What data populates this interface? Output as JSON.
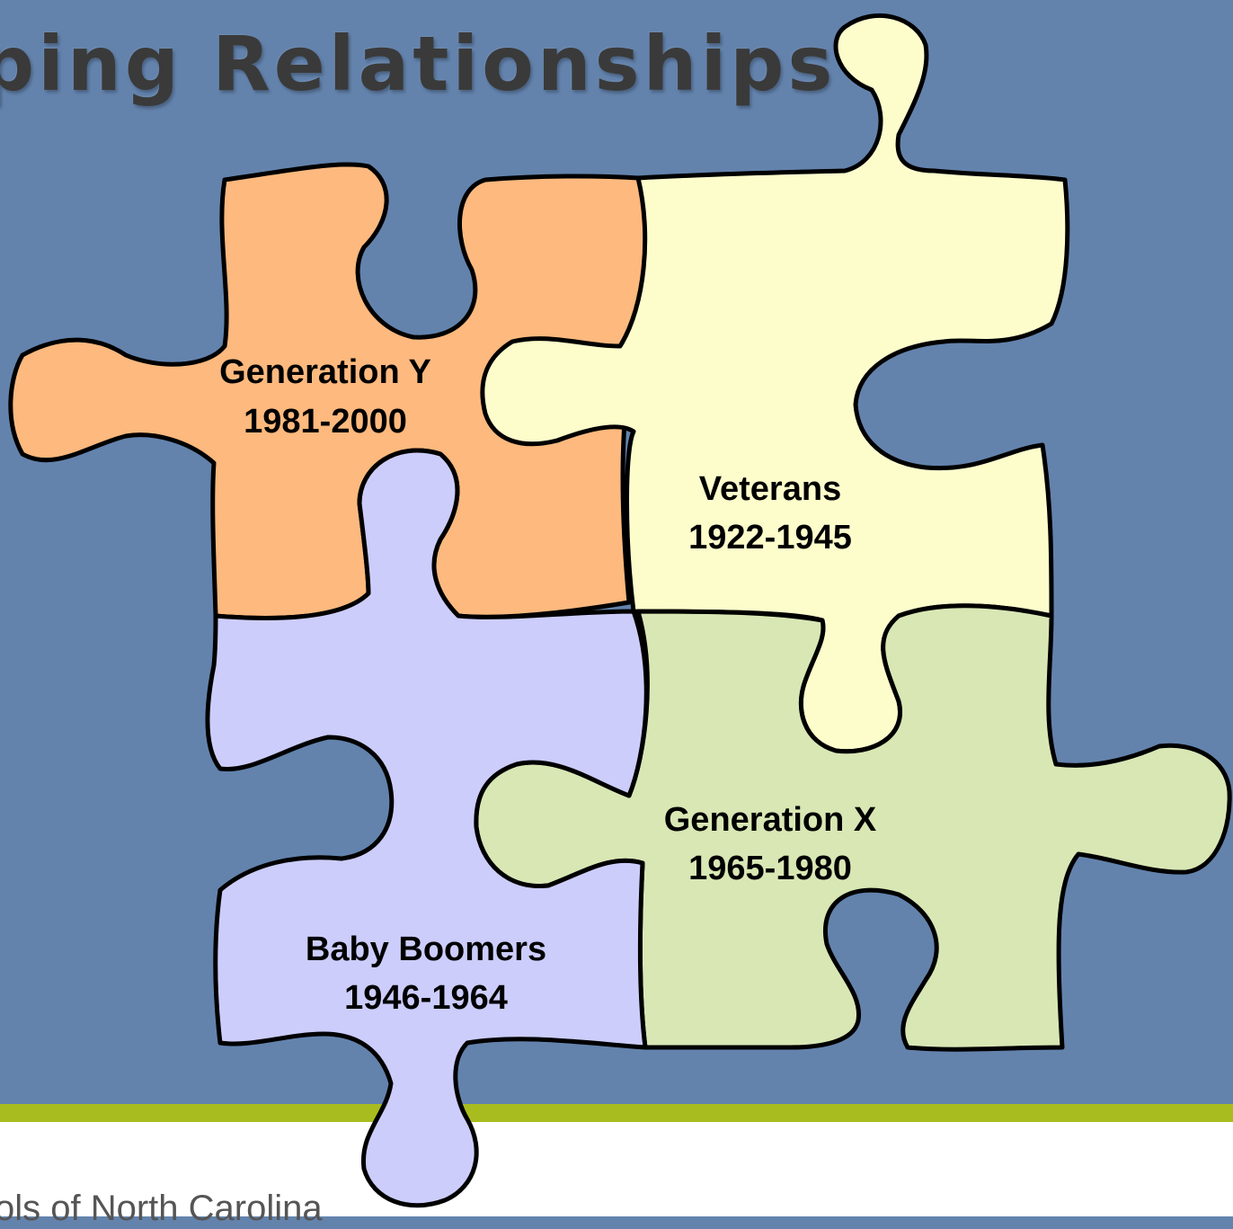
{
  "slide": {
    "title": "ping Relationships",
    "footer_text": "ols of North Carolina"
  },
  "colors": {
    "background": "#6383ad",
    "footer_bar": "#a9bc1f",
    "piece_generation_y": "#fdb97e",
    "piece_veterans": "#fdfdcc",
    "piece_baby_boomers": "#cccdfb",
    "piece_generation_x": "#d8e7b4"
  },
  "pieces": [
    {
      "id": "generation-y",
      "name": "Generation Y",
      "years": "1981-2000"
    },
    {
      "id": "veterans",
      "name": "Veterans",
      "years": "1922-1945"
    },
    {
      "id": "generation-x",
      "name": "Generation X",
      "years": "1965-1980"
    },
    {
      "id": "baby-boomers",
      "name": "Baby Boomers",
      "years": "1946-1964"
    }
  ]
}
